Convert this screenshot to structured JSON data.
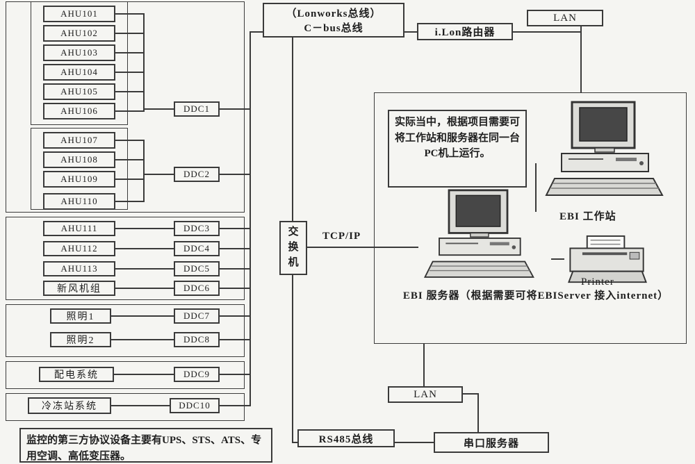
{
  "top": {
    "bus_label_line1": "（Lonworks总线）",
    "bus_label_line2": "C－bus总线",
    "ilon_router": "i.Lon路由器",
    "lan": "LAN"
  },
  "middle": {
    "switch_chars": [
      "交",
      "换",
      "机"
    ],
    "tcpip": "TCP/IP"
  },
  "left": {
    "group1a_devices": [
      "AHU101",
      "AHU102",
      "AHU103",
      "AHU104",
      "AHU105",
      "AHU106"
    ],
    "group1a_ddc": "DDC1",
    "group1b_devices": [
      "AHU107",
      "AHU108",
      "AHU109",
      "AHU110"
    ],
    "group1b_ddc": "DDC2",
    "group2_devices": [
      "AHU111",
      "AHU112",
      "AHU113",
      "新风机组"
    ],
    "group2_ddcs": [
      "DDC3",
      "DDC4",
      "DDC5",
      "DDC6"
    ],
    "group3_devices": [
      "照明1",
      "照明2"
    ],
    "group3_ddcs": [
      "DDC7",
      "DDC8"
    ],
    "group4_device": "配电系统",
    "group4_ddc": "DDC9",
    "group5_device": "冷冻站系统",
    "group5_ddc": "DDC10",
    "note": "监控的第三方协议设备主要有UPS、STS、ATS、专用空调、高低变压器。"
  },
  "right": {
    "note": "实际当中，根据项目需要可将工作站和服务器在同一台PC机上运行。",
    "workstation_label": "EBI 工作站",
    "server_label": "EBI 服务器（根据需要可将EBIServer 接入internet）",
    "printer_label": "Printer"
  },
  "bottom": {
    "lan": "LAN",
    "rs485": "RS485总线",
    "serial_server": "串口服务器"
  }
}
